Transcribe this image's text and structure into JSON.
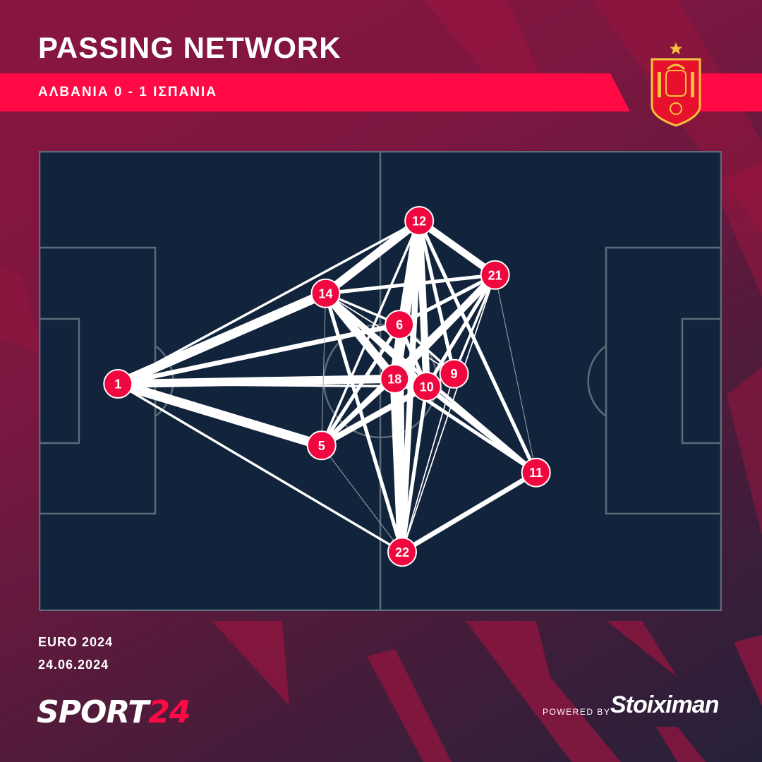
{
  "header": {
    "title": "PASSING NETWORK",
    "score": "ΑΛΒΑΝΙΑ 0 - 1 ΙΣΠΑΝΙΑ",
    "crest": "Spain national team crest",
    "crest_star": "star-icon"
  },
  "colors": {
    "accent": "#ff0a45",
    "pitch": "#12243b",
    "pitch_lines": "#5c6b7a",
    "edge": "#ffffff",
    "node": "#f0073f"
  },
  "chart_data": {
    "type": "network",
    "title": "PASSING NETWORK",
    "pitch_units": {
      "x": [
        0,
        100
      ],
      "y": [
        0,
        100
      ]
    },
    "nodes": [
      {
        "id": "1",
        "x": 11.6,
        "y": 50.7
      },
      {
        "id": "5",
        "x": 41.4,
        "y": 64.1
      },
      {
        "id": "14",
        "x": 42.0,
        "y": 31.0
      },
      {
        "id": "6",
        "x": 52.8,
        "y": 37.8
      },
      {
        "id": "18",
        "x": 52.1,
        "y": 49.6
      },
      {
        "id": "12",
        "x": 55.7,
        "y": 15.2
      },
      {
        "id": "10",
        "x": 56.8,
        "y": 51.3
      },
      {
        "id": "9",
        "x": 60.8,
        "y": 48.5
      },
      {
        "id": "21",
        "x": 66.8,
        "y": 27.0
      },
      {
        "id": "11",
        "x": 72.8,
        "y": 70.0
      },
      {
        "id": "22",
        "x": 53.2,
        "y": 87.3
      }
    ],
    "edges": [
      [
        "1",
        "14",
        8
      ],
      [
        "1",
        "12",
        2
      ],
      [
        "1",
        "6",
        4
      ],
      [
        "1",
        "18",
        7
      ],
      [
        "1",
        "10",
        2
      ],
      [
        "1",
        "5",
        8
      ],
      [
        "1",
        "22",
        2
      ],
      [
        "12",
        "14",
        7
      ],
      [
        "12",
        "21",
        6
      ],
      [
        "12",
        "6",
        3
      ],
      [
        "12",
        "18",
        9
      ],
      [
        "12",
        "10",
        6
      ],
      [
        "12",
        "9",
        3
      ],
      [
        "12",
        "11",
        3
      ],
      [
        "12",
        "22",
        5
      ],
      [
        "12",
        "5",
        2
      ],
      [
        "14",
        "21",
        3
      ],
      [
        "14",
        "6",
        2
      ],
      [
        "14",
        "18",
        7
      ],
      [
        "14",
        "10",
        4
      ],
      [
        "14",
        "9",
        1
      ],
      [
        "14",
        "5",
        0.6
      ],
      [
        "14",
        "22",
        3
      ],
      [
        "14",
        "11",
        3
      ],
      [
        "21",
        "6",
        3
      ],
      [
        "21",
        "18",
        6
      ],
      [
        "21",
        "10",
        3
      ],
      [
        "21",
        "5",
        4
      ],
      [
        "21",
        "9",
        2
      ],
      [
        "21",
        "22",
        1
      ],
      [
        "21",
        "11",
        0.6
      ],
      [
        "6",
        "18",
        3
      ],
      [
        "6",
        "10",
        3
      ],
      [
        "6",
        "5",
        3
      ],
      [
        "6",
        "22",
        6
      ],
      [
        "6",
        "9",
        2
      ],
      [
        "18",
        "10",
        3
      ],
      [
        "18",
        "5",
        2
      ],
      [
        "18",
        "22",
        8
      ],
      [
        "18",
        "11",
        3
      ],
      [
        "10",
        "5",
        5
      ],
      [
        "10",
        "22",
        3
      ],
      [
        "10",
        "11",
        4
      ],
      [
        "10",
        "9",
        2
      ],
      [
        "9",
        "22",
        1
      ],
      [
        "5",
        "22",
        0.6
      ],
      [
        "22",
        "11",
        4
      ]
    ]
  },
  "footer": {
    "competition": "EURO 2024",
    "date": "24.06.2024",
    "brand_a": "SPORT",
    "brand_b": "24",
    "powered_by": "POWERED BY",
    "sponsor": "Stoiximan"
  }
}
